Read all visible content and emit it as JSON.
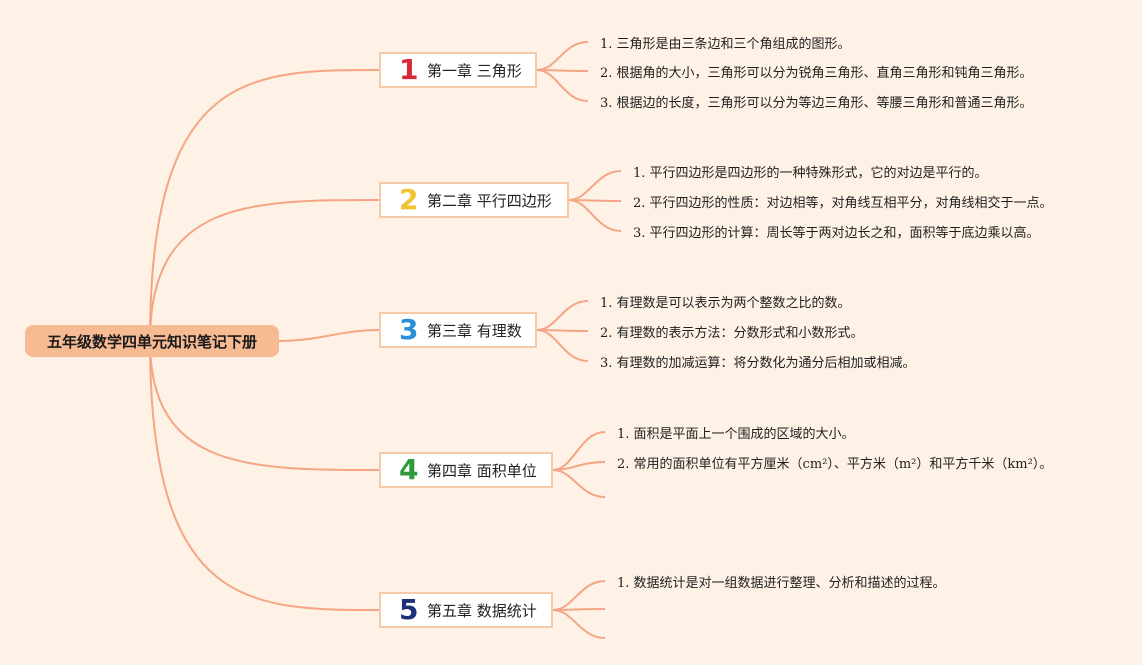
{
  "root": {
    "label": "五年级数学四单元知识笔记下册"
  },
  "colors": {
    "background": "#fef2e6",
    "branch": "#f5a583",
    "root_fill": "#f7bb93",
    "chapter_border": "#f6c9a8"
  },
  "chapters": [
    {
      "number": "1",
      "number_color": "#d9273a",
      "title": "第一章 三角形",
      "notes": [
        "1. 三角形是由三条边和三个角组成的图形。",
        "2. 根据角的大小，三角形可以分为锐角三角形、直角三角形和钝角三角形。",
        "3. 根据边的长度，三角形可以分为等边三角形、等腰三角形和普通三角形。"
      ]
    },
    {
      "number": "2",
      "number_color": "#f1c232",
      "title": "第二章 平行四边形",
      "notes": [
        "1. 平行四边形是四边形的一种特殊形式，它的对边是平行的。",
        "2. 平行四边形的性质：对边相等，对角线互相平分，对角线相交于一点。",
        "3. 平行四边形的计算：周长等于两对边长之和，面积等于底边乘以高。"
      ]
    },
    {
      "number": "3",
      "number_color": "#2a8fd8",
      "title": "第三章 有理数",
      "notes": [
        "1. 有理数是可以表示为两个整数之比的数。",
        "2. 有理数的表示方法：分数形式和小数形式。",
        "3. 有理数的加减运算：将分数化为通分后相加或相减。"
      ]
    },
    {
      "number": "4",
      "number_color": "#2e9b3a",
      "title": "第四章 面积单位",
      "notes": [
        "1. 面积是平面上一个围成的区域的大小。",
        "2. 常用的面积单位有平方厘米（cm²）、平方米（m²）和平方千米（km²）。",
        ""
      ]
    },
    {
      "number": "5",
      "number_color": "#1e2f7a",
      "title": "第五章 数据统计",
      "notes": [
        "1. 数据统计是对一组数据进行整理、分析和描述的过程。",
        "",
        ""
      ]
    }
  ]
}
